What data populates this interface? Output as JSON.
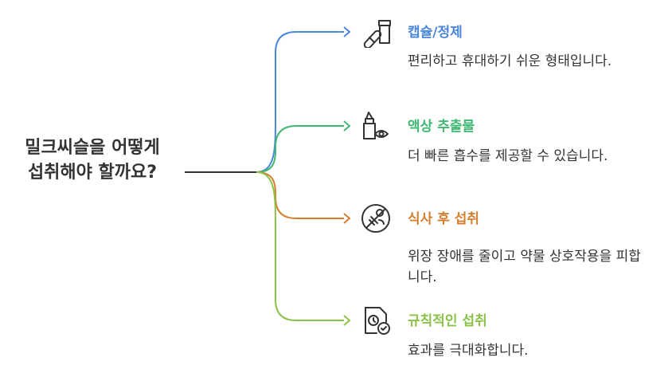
{
  "root": {
    "line1": "밀크씨슬을 어떻게",
    "line2": "섭취해야 할까요?"
  },
  "colors": {
    "blue": "#4a86d9",
    "green": "#3fb872",
    "orange": "#d47f2e",
    "lime": "#8cc249",
    "root_line": "#333333"
  },
  "branches": [
    {
      "title": "캡슐/정제",
      "description": "편리하고 휴대하기 쉬운 형태입니다.",
      "icon": "pill-bottle-icon",
      "color": "#4a86d9"
    },
    {
      "title": "액상 추출물",
      "description": "더 빠른 흡수를 제공할 수 있습니다.",
      "icon": "dropper-bottle-eye-icon",
      "color": "#3fb872"
    },
    {
      "title": "식사 후 섭취",
      "description": "위장 장애를 줄이고 약물 상호작용을 피합니다.",
      "icon": "food-circle-icon",
      "color": "#d47f2e"
    },
    {
      "title": "규칙적인 섭취",
      "description": "효과를 극대화합니다.",
      "icon": "document-clock-check-icon",
      "color": "#8cc249"
    }
  ]
}
